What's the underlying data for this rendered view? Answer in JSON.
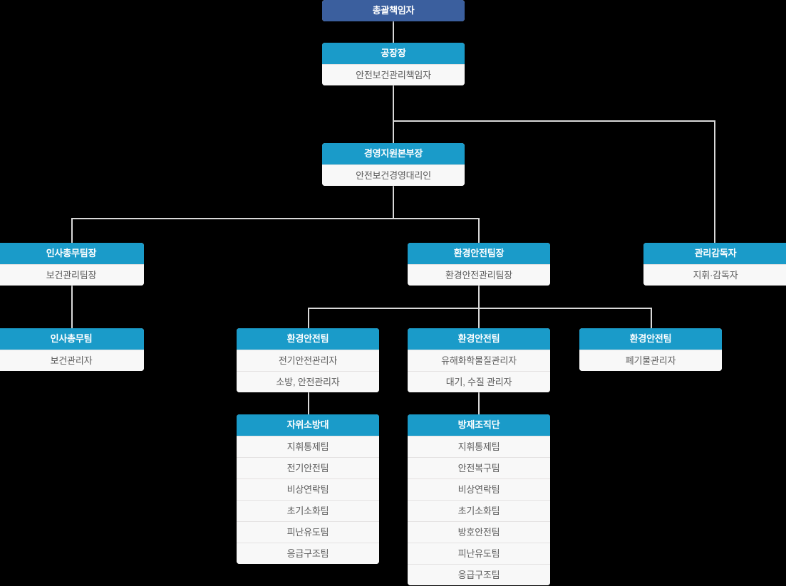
{
  "chart_title": "",
  "colors": {
    "root_header": "#3b5f9e",
    "header": "#1a9bc9",
    "cell_bg": "#f8f8f8",
    "cell_text": "#5c5c5c",
    "line": "#d9d9d9",
    "background": "#000000"
  },
  "nodes": {
    "root": {
      "header": "총괄책임자",
      "cells": []
    },
    "plant_manager": {
      "header": "공장장",
      "cells": [
        "안전보건관리책임자"
      ]
    },
    "mgmt_support": {
      "header": "경영지원본부장",
      "cells": [
        "안전보건경영대리인"
      ]
    },
    "hr_lead": {
      "header": "인사총무팀장",
      "cells": [
        "보건관리팀장"
      ]
    },
    "env_safety_lead": {
      "header": "환경안전팀장",
      "cells": [
        "환경안전관리팀장"
      ]
    },
    "supervisor": {
      "header": "관리감독자",
      "cells": [
        "지휘·감독자"
      ]
    },
    "hr_team": {
      "header": "인사총무팀",
      "cells": [
        "보건관리자"
      ]
    },
    "env_team_1": {
      "header": "환경안전팀",
      "cells": [
        "전기안전관리자",
        "소방, 안전관리자"
      ]
    },
    "env_team_2": {
      "header": "환경안전팀",
      "cells": [
        "유해화학물질관리자",
        "대기, 수질 관리자"
      ]
    },
    "env_team_3": {
      "header": "환경안전팀",
      "cells": [
        "폐기물관리자"
      ]
    },
    "fire_brigade": {
      "header": "자위소방대",
      "cells": [
        "지휘통제팀",
        "전기안전팀",
        "비상연락팀",
        "초기소화팀",
        "피난유도팀",
        "응급구조팀"
      ]
    },
    "disaster_org": {
      "header": "방재조직단",
      "cells": [
        "지휘통제팀",
        "안전복구팀",
        "비상연락팀",
        "초기소화팀",
        "방호안전팀",
        "피난유도팀",
        "응급구조팀"
      ]
    }
  }
}
